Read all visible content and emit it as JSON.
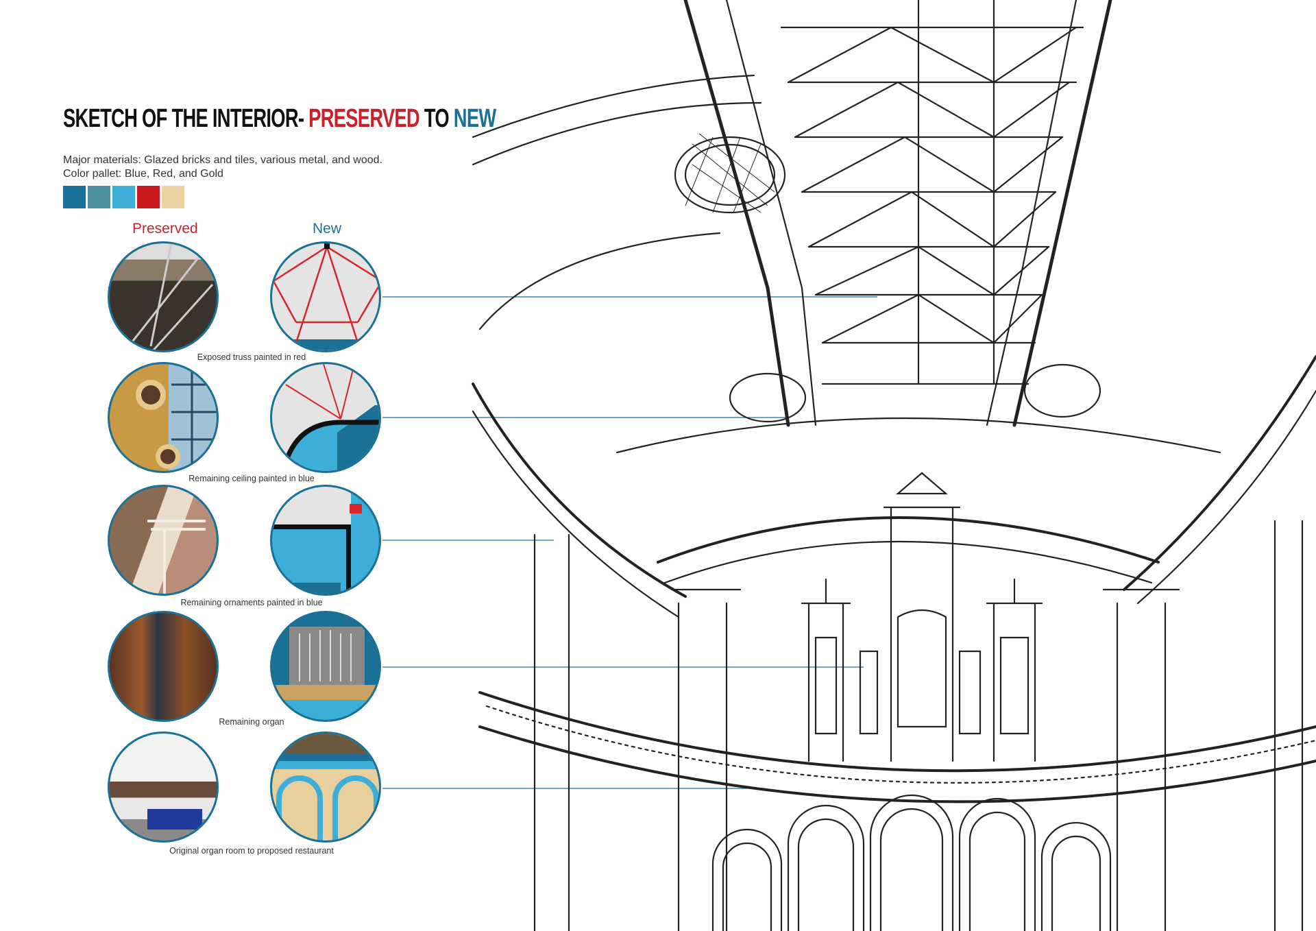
{
  "title": {
    "part1": "SKETCH OF THE INTERIOR- ",
    "part2": "PRESERVED",
    "part3": " TO ",
    "part4": "NEW"
  },
  "description": {
    "line1": "Major materials: Glazed bricks and tiles, various metal, and wood.",
    "line2": "Color pallet: Blue, Red, and Gold"
  },
  "palette": [
    "#1a7095",
    "#4f8fa0",
    "#3daed8",
    "#c91a1f",
    "#ecd2a2"
  ],
  "columns": {
    "preserved": "Preserved",
    "new": "New"
  },
  "colors": {
    "red": "#c9202a",
    "blue": "#1a7095"
  },
  "rows": [
    {
      "caption": "Exposed truss painted in red"
    },
    {
      "caption": "Remaining ceiling painted in blue"
    },
    {
      "caption": "Remaining ornaments painted in blue"
    },
    {
      "caption": "Remaining organ"
    },
    {
      "caption": "Original organ room to proposed restaurant"
    }
  ]
}
